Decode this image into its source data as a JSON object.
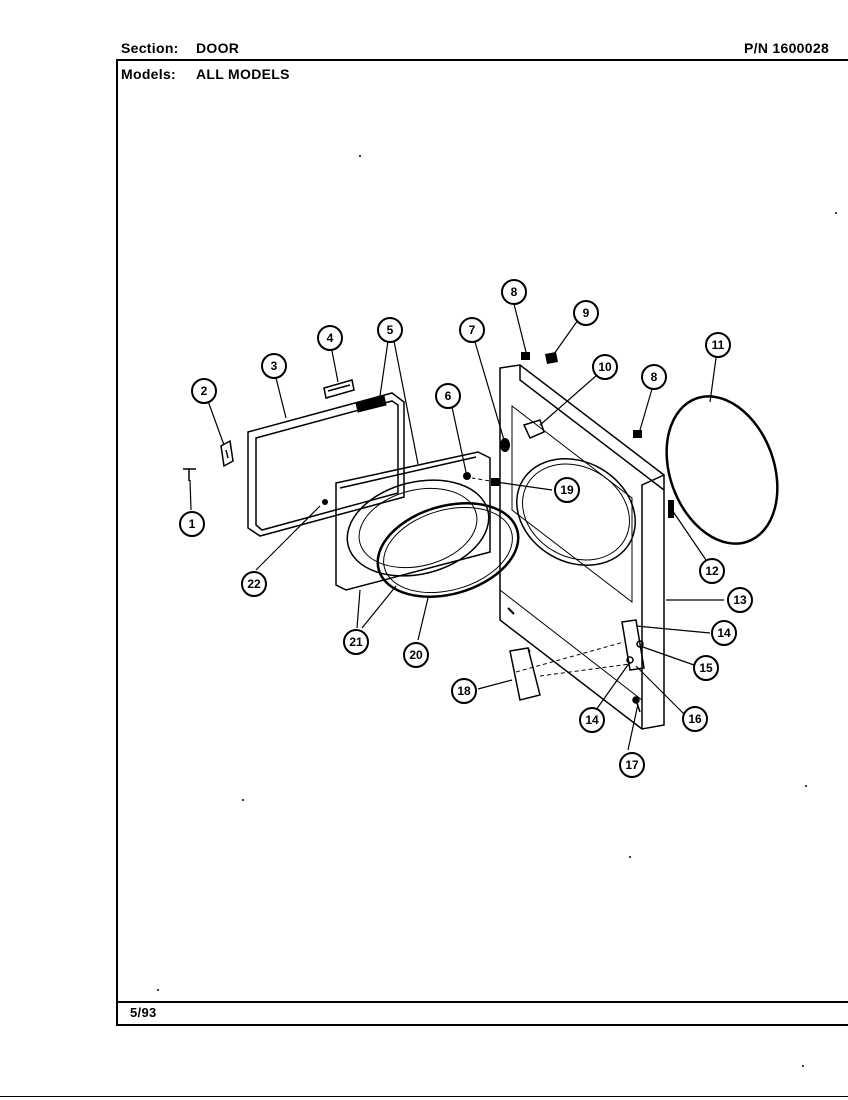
{
  "header": {
    "section_label": "Section:",
    "section_value": "DOOR",
    "part_number": "P/N 1600028",
    "models_label": "Models:",
    "models_value": "ALL MODELS"
  },
  "footer": {
    "date": "5/93"
  },
  "callouts": [
    "1",
    "2",
    "3",
    "4",
    "5",
    "6",
    "7",
    "8",
    "9",
    "10",
    "8",
    "11",
    "12",
    "13",
    "14",
    "15",
    "16",
    "14",
    "17",
    "18",
    "19",
    "20",
    "21",
    "22"
  ]
}
